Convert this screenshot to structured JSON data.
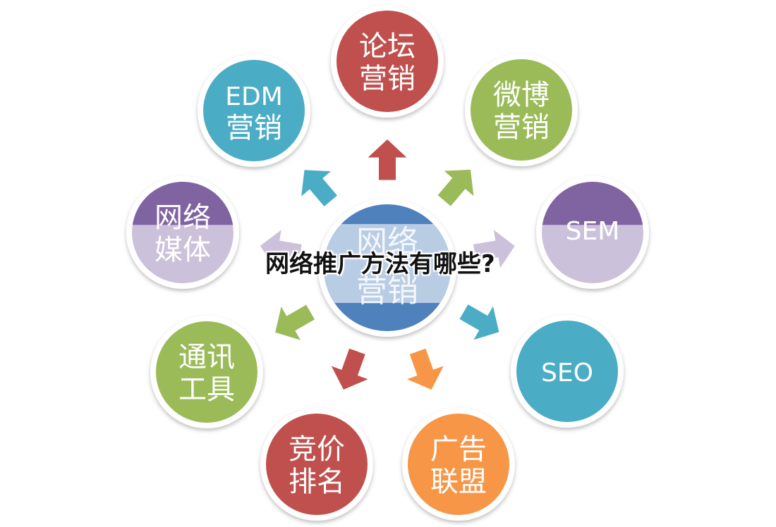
{
  "title": "网络推广方法有哪些?",
  "center": {
    "line1": "网络",
    "line2": "营销"
  },
  "nodes": [
    {
      "id": "forum",
      "line1": "论坛",
      "line2": "营销",
      "color": "#c0504d"
    },
    {
      "id": "weibo",
      "line1": "微博",
      "line2": "营销",
      "color": "#9bbb59"
    },
    {
      "id": "sem",
      "line1": "SEM",
      "line2": "",
      "color": "#8064a2",
      "color2": "#ccc1da"
    },
    {
      "id": "seo",
      "line1": "SEO",
      "line2": "",
      "color": "#4bacc6"
    },
    {
      "id": "ad-union",
      "line1": "广告",
      "line2": "联盟",
      "color": "#f79646"
    },
    {
      "id": "bidding",
      "line1": "竞价",
      "line2": "排名",
      "color": "#c0504d"
    },
    {
      "id": "im-tools",
      "line1": "通讯",
      "line2": "工具",
      "color": "#9bbb59"
    },
    {
      "id": "media",
      "line1": "网络",
      "line2": "媒体",
      "color": "#8064a2",
      "color2": "#ccc1da"
    },
    {
      "id": "edm",
      "line1": "EDM",
      "line2": "营销",
      "color": "#4bacc6"
    }
  ],
  "center_colors": {
    "top": "#4f81bd",
    "middle": "#b8cce4"
  }
}
